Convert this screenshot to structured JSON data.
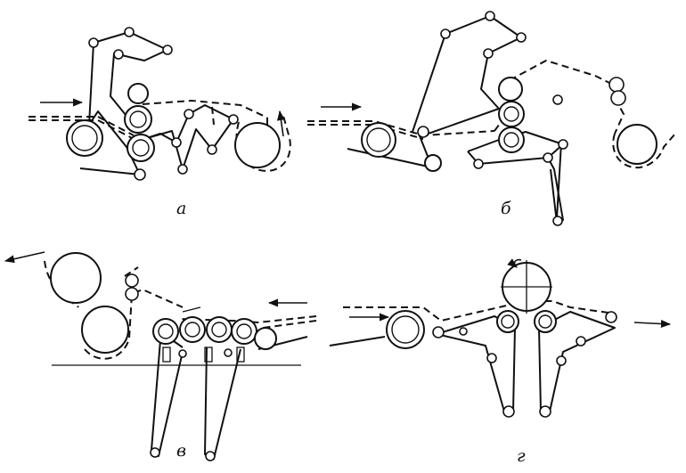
{
  "panels": [
    {
      "id": "a",
      "label": "а"
    },
    {
      "id": "b",
      "label": "б"
    },
    {
      "id": "v",
      "label": "в"
    },
    {
      "id": "g",
      "label": "г"
    }
  ]
}
